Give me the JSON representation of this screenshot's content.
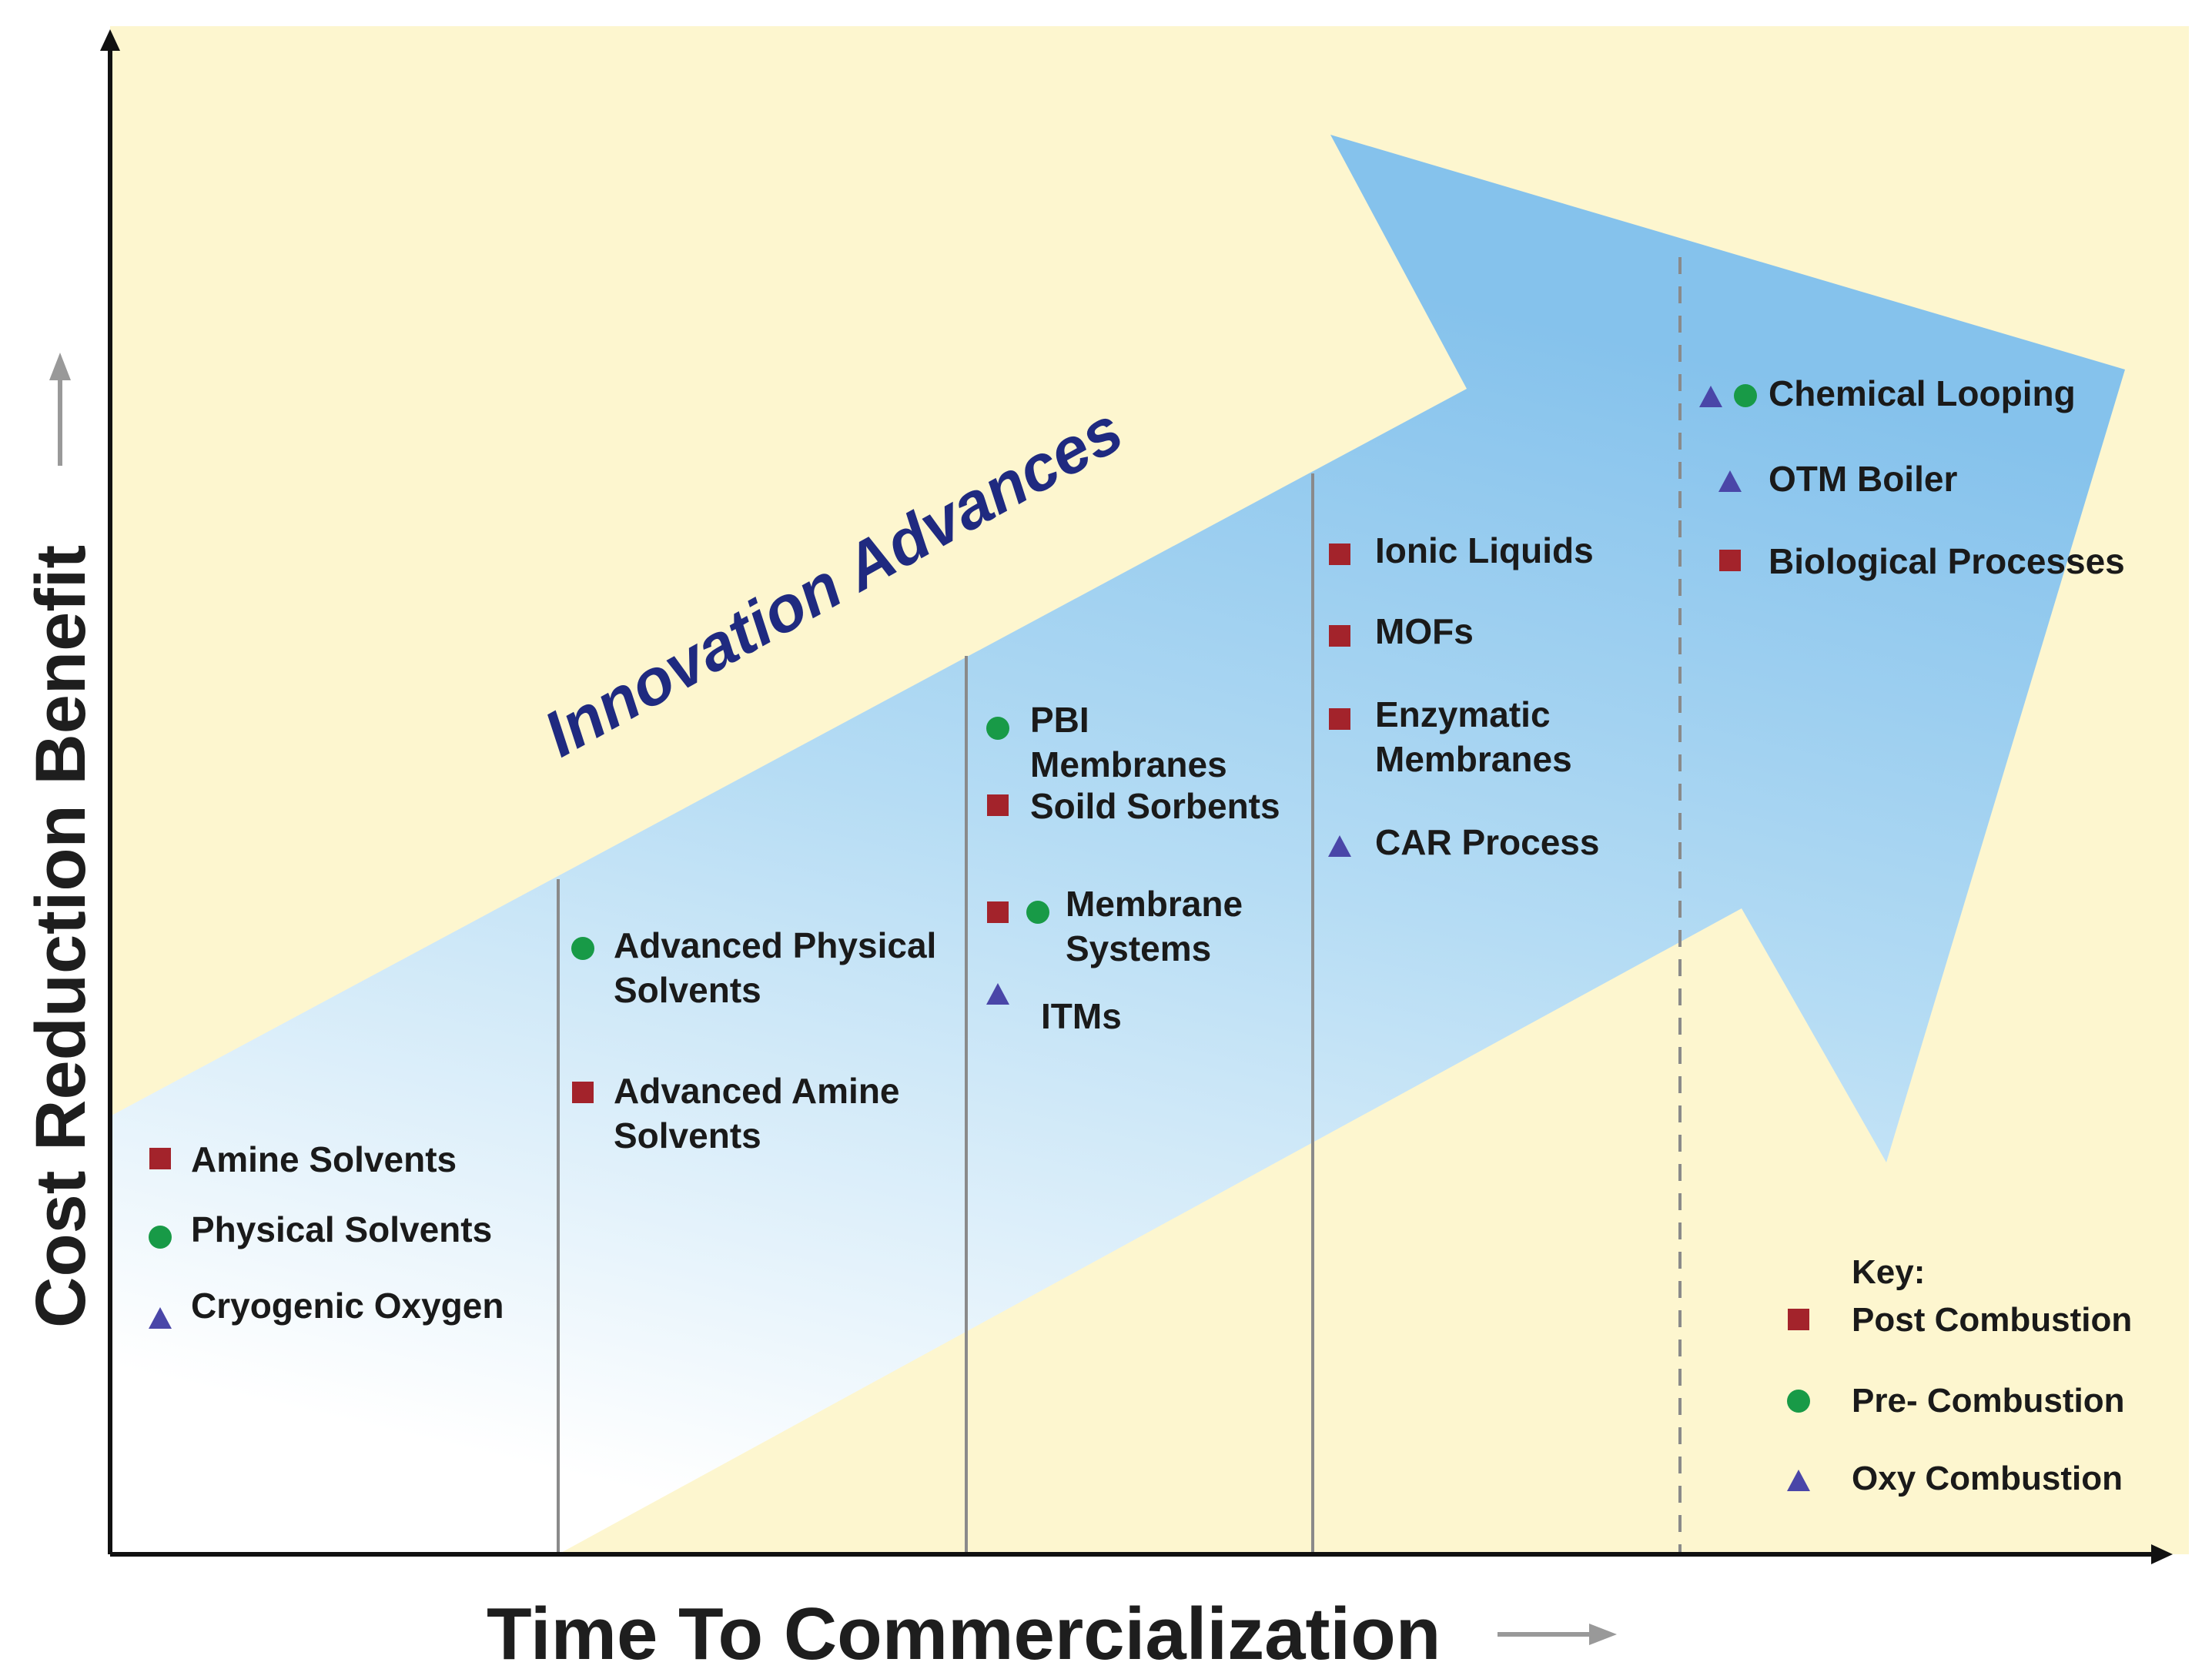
{
  "diagram": {
    "y_axis_label": "Cost Reduction Benefit",
    "x_axis_label": "Time To Commercialization",
    "arrow_label": "Innovation Advances",
    "colors": {
      "background": "#fdf6cf",
      "arrow_blue": "#8cc6ec",
      "post": "#a3232b",
      "pre": "#189a47",
      "oxy": "#4a46a8",
      "arrow_text": "#1f2a80"
    },
    "columns": [
      {
        "items": [
          {
            "label": "Amine Solvents",
            "markers": [
              "post"
            ]
          },
          {
            "label": "Physical Solvents",
            "markers": [
              "pre"
            ]
          },
          {
            "label": "Cryogenic Oxygen",
            "markers": [
              "oxy"
            ]
          }
        ]
      },
      {
        "items": [
          {
            "label": "Advanced Physical\nSolvents",
            "markers": [
              "pre"
            ]
          },
          {
            "label": "Advanced Amine\nSolvents",
            "markers": [
              "post"
            ]
          }
        ]
      },
      {
        "items": [
          {
            "label": "PBI\nMembranes",
            "markers": [
              "pre"
            ]
          },
          {
            "label": "Soild Sorbents",
            "markers": [
              "post"
            ]
          },
          {
            "label": "Membrane\nSystems",
            "markers": [
              "post",
              "pre"
            ]
          },
          {
            "label": "ITMs",
            "markers": [
              "oxy"
            ]
          }
        ]
      },
      {
        "items": [
          {
            "label": "Ionic Liquids",
            "markers": [
              "post"
            ]
          },
          {
            "label": "MOFs",
            "markers": [
              "post"
            ]
          },
          {
            "label": "Enzymatic\nMembranes",
            "markers": [
              "post"
            ]
          },
          {
            "label": "CAR Process",
            "markers": [
              "oxy"
            ]
          }
        ]
      },
      {
        "items": [
          {
            "label": "Chemical Looping",
            "markers": [
              "oxy",
              "pre"
            ]
          },
          {
            "label": "OTM Boiler",
            "markers": [
              "oxy"
            ]
          },
          {
            "label": "Biological Processes",
            "markers": [
              "post"
            ]
          }
        ]
      }
    ],
    "key": {
      "title": "Key:",
      "entries": [
        {
          "label": "Post Combustion",
          "marker": "post"
        },
        {
          "label": "Pre- Combustion",
          "marker": "pre"
        },
        {
          "label": "Oxy Combustion",
          "marker": "oxy"
        }
      ]
    }
  }
}
